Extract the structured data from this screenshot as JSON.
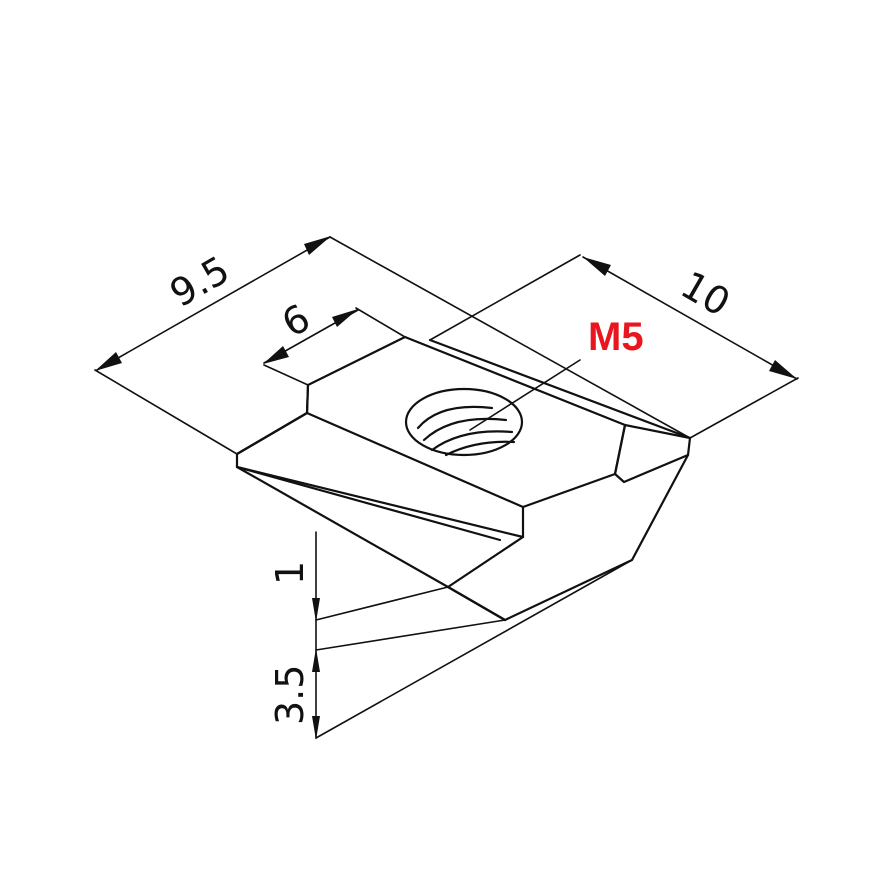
{
  "drawing": {
    "callout": {
      "text": "M5",
      "color": "#e8161e"
    },
    "dimensions": {
      "overall_length": "9.5",
      "top_width": "6",
      "depth": "10",
      "step_height": "1",
      "body_height": "3.5"
    },
    "line_color": "#111111",
    "background": "#ffffff"
  }
}
